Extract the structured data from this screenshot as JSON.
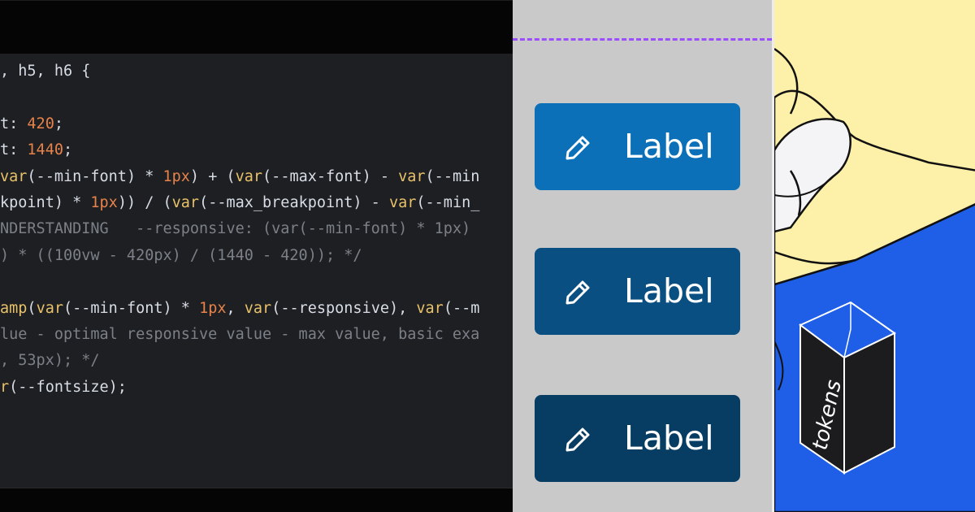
{
  "colors": {
    "code_background": "#1e1f22",
    "code_frame": "#050505",
    "code_text": "#d7dde6",
    "code_keyword": "#e8c26a",
    "code_number": "#e6834a",
    "code_comment": "#7b8088",
    "button_panel_background": "#c9c9c9",
    "dashed_line": "#9b4dff",
    "illustration_yellow": "#fdf0a8",
    "illustration_blue": "#1f5fe8"
  },
  "code": {
    "lines": [
      [
        {
          "t": ", h5, h6 {",
          "c": "white"
        }
      ],
      [],
      [
        {
          "t": "t: ",
          "c": "white"
        },
        {
          "t": "420",
          "c": "orange"
        },
        {
          "t": ";",
          "c": "white"
        }
      ],
      [
        {
          "t": "t: ",
          "c": "white"
        },
        {
          "t": "1440",
          "c": "orange"
        },
        {
          "t": ";",
          "c": "white"
        }
      ],
      [
        {
          "t": "var",
          "c": "yellow"
        },
        {
          "t": "(--min-font) * ",
          "c": "white"
        },
        {
          "t": "1px",
          "c": "orange"
        },
        {
          "t": ") + (",
          "c": "white"
        },
        {
          "t": "var",
          "c": "yellow"
        },
        {
          "t": "(--max-font) - ",
          "c": "white"
        },
        {
          "t": "var",
          "c": "yellow"
        },
        {
          "t": "(--min",
          "c": "white"
        }
      ],
      [
        {
          "t": "kpoint) * ",
          "c": "white"
        },
        {
          "t": "1px",
          "c": "orange"
        },
        {
          "t": ")) / (",
          "c": "white"
        },
        {
          "t": "var",
          "c": "yellow"
        },
        {
          "t": "(--max_breakpoint) - ",
          "c": "white"
        },
        {
          "t": "var",
          "c": "yellow"
        },
        {
          "t": "(--min_",
          "c": "white"
        }
      ],
      [
        {
          "t": "NDERSTANDING   --responsive: (var(--min-font) * 1px)",
          "c": "comment"
        }
      ],
      [
        {
          "t": ") * ((100vw - 420px) / (1440 - 420)); */",
          "c": "comment"
        }
      ],
      [],
      [
        {
          "t": "amp",
          "c": "yellow"
        },
        {
          "t": "(",
          "c": "white"
        },
        {
          "t": "var",
          "c": "yellow"
        },
        {
          "t": "(--min-font) * ",
          "c": "white"
        },
        {
          "t": "1px",
          "c": "orange"
        },
        {
          "t": ", ",
          "c": "white"
        },
        {
          "t": "var",
          "c": "yellow"
        },
        {
          "t": "(--responsive), ",
          "c": "white"
        },
        {
          "t": "var",
          "c": "yellow"
        },
        {
          "t": "(--m",
          "c": "white"
        }
      ],
      [
        {
          "t": "lue - optimal responsive value - max value, basic exa",
          "c": "comment"
        }
      ],
      [
        {
          "t": ", 53px); */",
          "c": "comment"
        }
      ],
      [
        {
          "t": "r",
          "c": "yellow"
        },
        {
          "t": "(--fontsize);",
          "c": "white"
        }
      ]
    ]
  },
  "buttons": [
    {
      "label": "Label",
      "color": "#0b70b8",
      "icon": "pencil-icon"
    },
    {
      "label": "Label",
      "color": "#0a4f82",
      "icon": "pencil-icon"
    },
    {
      "label": "Label",
      "color": "#083d63",
      "icon": "pencil-icon"
    }
  ],
  "illustration": {
    "box_label": "tokens"
  }
}
